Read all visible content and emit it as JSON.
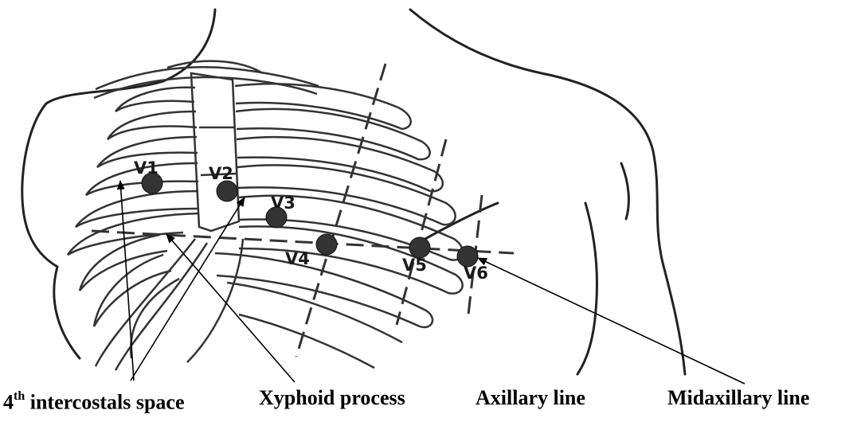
{
  "electrodes": [
    {
      "label": "V1"
    },
    {
      "label": "V2"
    },
    {
      "label": "V3"
    },
    {
      "label": "V4"
    },
    {
      "label": "V5"
    },
    {
      "label": "V6"
    }
  ],
  "captions": {
    "intercostal": {
      "number": "4",
      "suffix": "th",
      "text": " intercostals space"
    },
    "xyphoid": "Xyphoid process",
    "axillary": "Axillary line",
    "midaxillary": "Midaxillary line"
  },
  "colors": {
    "ink": "#1a1a1a",
    "electrode": "#333333",
    "background": "#ffffff"
  }
}
